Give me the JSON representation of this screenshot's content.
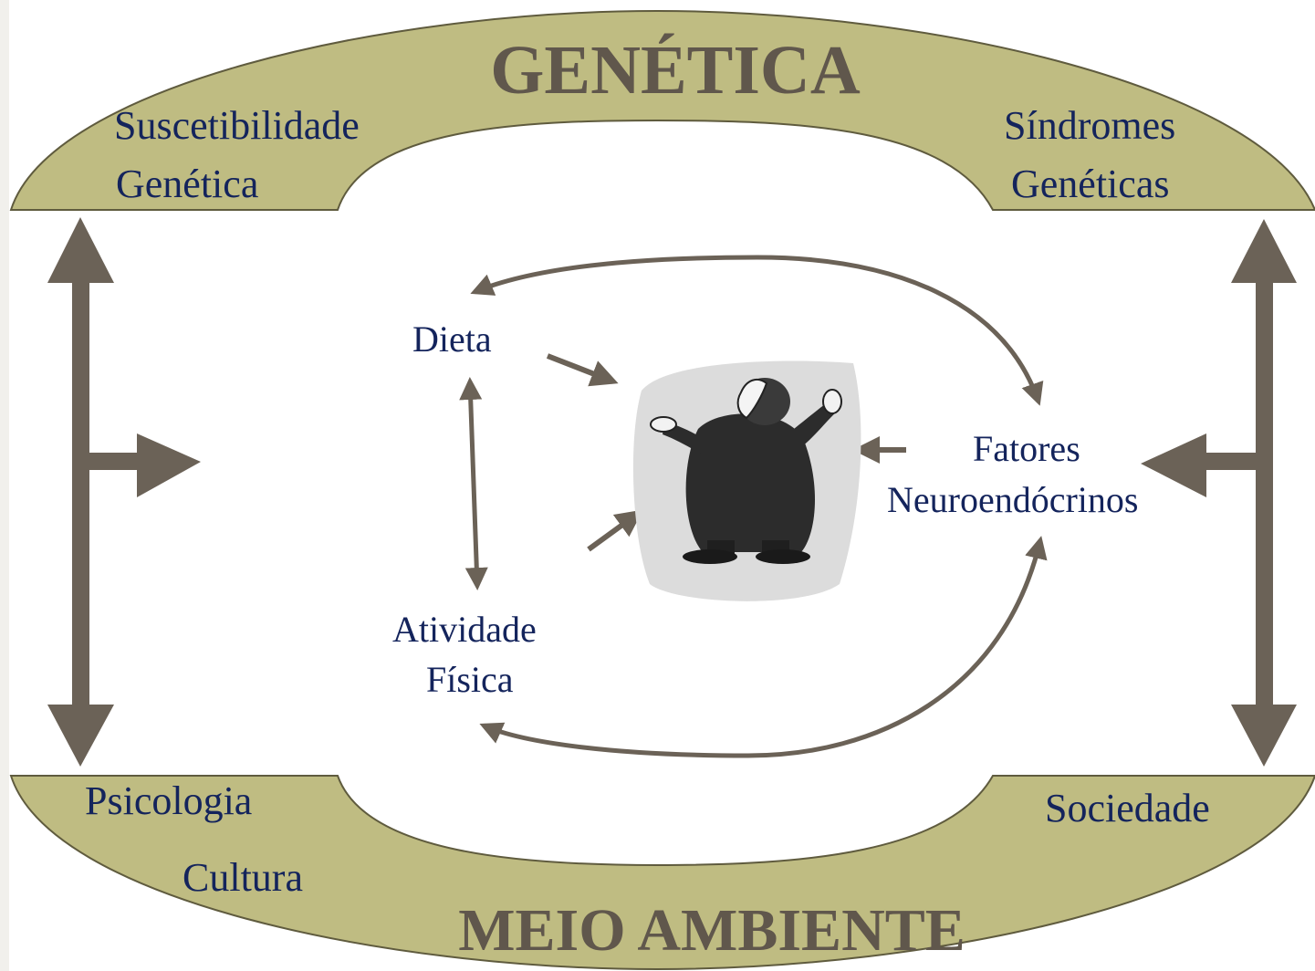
{
  "top_band": {
    "title": "GENÉTICA",
    "left_label": [
      "Suscetibilidade",
      "Genética"
    ],
    "right_label": [
      "Síndromes",
      "Genéticas"
    ]
  },
  "bottom_band": {
    "title": "MEIO AMBIENTE",
    "left_labels": [
      "Psicologia",
      "Cultura"
    ],
    "right_label": "Sociedade"
  },
  "center": {
    "diet": "Dieta",
    "activity": [
      "Atividade",
      "Física"
    ],
    "neuro": [
      "Fatores",
      "Neuroendócrinos"
    ],
    "figure_icon": "person-figure-icon"
  },
  "colors": {
    "band": "#bfbc82",
    "band_stroke": "#5f5b3e",
    "arrow": "#6b6257",
    "text": "#14245c",
    "title": "#60574c",
    "sidebar": "#f1f0ec"
  }
}
